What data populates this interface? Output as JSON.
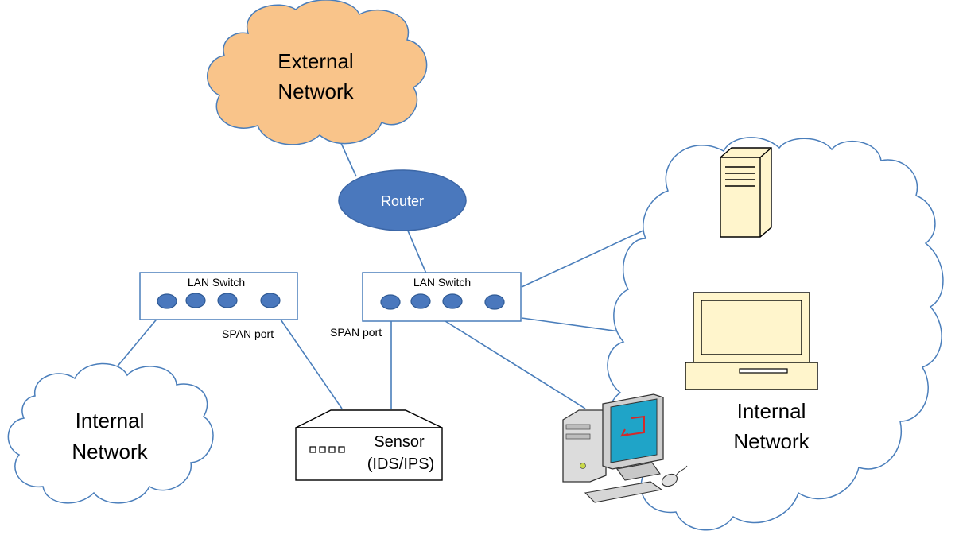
{
  "nodes": {
    "external_network": {
      "line1": "External",
      "line2": "Network"
    },
    "router": {
      "label": "Router"
    },
    "lan_switch_left": {
      "label": "LAN Switch"
    },
    "lan_switch_right": {
      "label": "LAN Switch"
    },
    "span_port_left": {
      "label": "SPAN port"
    },
    "span_port_right": {
      "label": "SPAN port"
    },
    "sensor": {
      "line1": "Sensor",
      "line2": "(IDS/IPS)"
    },
    "internal_network_left": {
      "line1": "Internal",
      "line2": "Network"
    },
    "internal_network_right": {
      "line1": "Internal",
      "line2": "Network"
    }
  },
  "colors": {
    "external_cloud_fill": "#f9c48a",
    "router_fill": "#4a78bd",
    "port_fill": "#4a78bd",
    "link": "#4a7ebb",
    "device_fill": "#fff5cc"
  }
}
